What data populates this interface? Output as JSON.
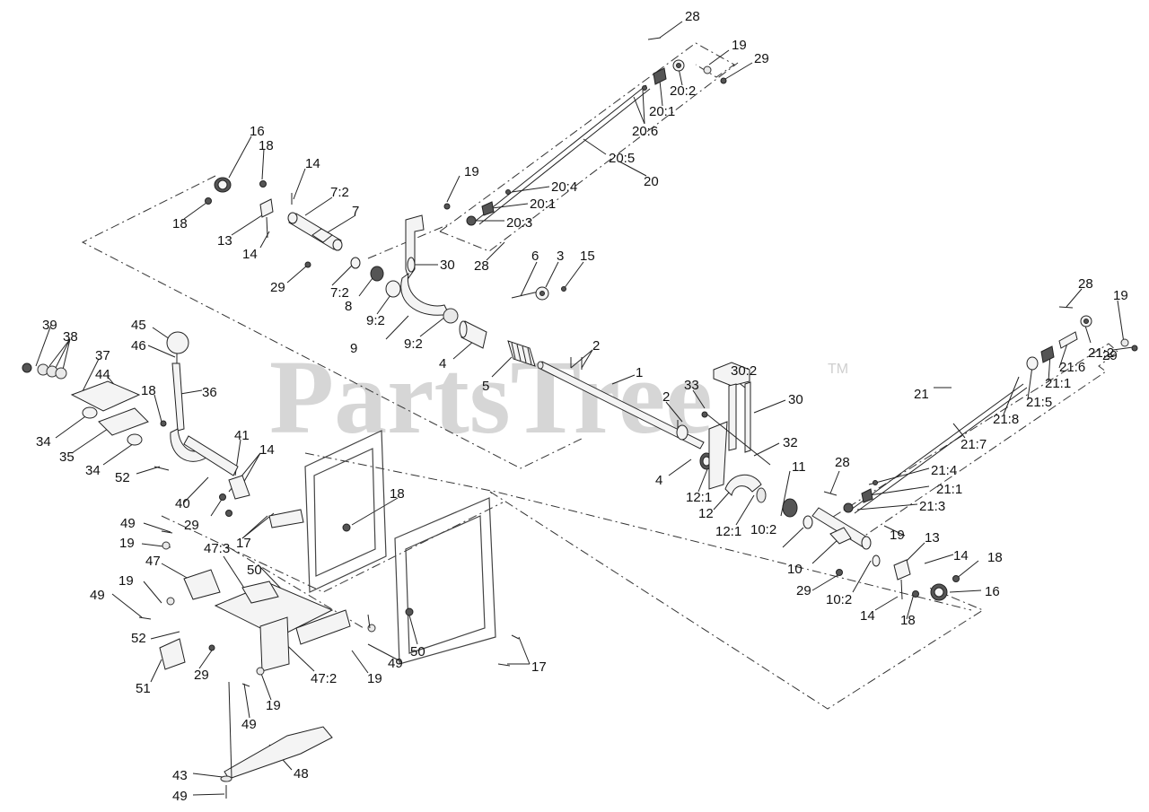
{
  "watermark": {
    "text": "PartsTree",
    "mark": "TM"
  },
  "callouts": [
    {
      "id": "c1",
      "text": "28"
    },
    {
      "id": "c2",
      "text": "19"
    },
    {
      "id": "c3",
      "text": "29"
    },
    {
      "id": "c4",
      "text": "20:2"
    },
    {
      "id": "c5",
      "text": "20:1"
    },
    {
      "id": "c6",
      "text": "20:6"
    },
    {
      "id": "c7",
      "text": "20:5"
    },
    {
      "id": "c8",
      "text": "20"
    },
    {
      "id": "c9",
      "text": "20:4"
    },
    {
      "id": "c10",
      "text": "20:1"
    },
    {
      "id": "c11",
      "text": "20:3"
    },
    {
      "id": "c12",
      "text": "19"
    },
    {
      "id": "c13",
      "text": "28"
    },
    {
      "id": "c14",
      "text": "16"
    },
    {
      "id": "c15",
      "text": "18"
    },
    {
      "id": "c16",
      "text": "14"
    },
    {
      "id": "c17",
      "text": "7:2"
    },
    {
      "id": "c18",
      "text": "7"
    },
    {
      "id": "c19",
      "text": "18"
    },
    {
      "id": "c20",
      "text": "13"
    },
    {
      "id": "c21",
      "text": "14"
    },
    {
      "id": "c22",
      "text": "29"
    },
    {
      "id": "c23",
      "text": "7:2"
    },
    {
      "id": "c24",
      "text": "8"
    },
    {
      "id": "c25",
      "text": "9:2"
    },
    {
      "id": "c26",
      "text": "9"
    },
    {
      "id": "c27",
      "text": "9:2"
    },
    {
      "id": "c28",
      "text": "30"
    },
    {
      "id": "c29",
      "text": "6"
    },
    {
      "id": "c30",
      "text": "3"
    },
    {
      "id": "c31",
      "text": "15"
    },
    {
      "id": "c32",
      "text": "4"
    },
    {
      "id": "c33",
      "text": "5"
    },
    {
      "id": "c34",
      "text": "2"
    },
    {
      "id": "c35",
      "text": "1"
    },
    {
      "id": "c36",
      "text": "2"
    },
    {
      "id": "c37",
      "text": "33"
    },
    {
      "id": "c38",
      "text": "30:2"
    },
    {
      "id": "c39",
      "text": "30"
    },
    {
      "id": "c40",
      "text": "32"
    },
    {
      "id": "c41",
      "text": "4"
    },
    {
      "id": "c42",
      "text": "12:1"
    },
    {
      "id": "c43",
      "text": "12"
    },
    {
      "id": "c44",
      "text": "12:1"
    },
    {
      "id": "c45",
      "text": "11"
    },
    {
      "id": "c46",
      "text": "10:2"
    },
    {
      "id": "c47",
      "text": "10"
    },
    {
      "id": "c48",
      "text": "29"
    },
    {
      "id": "c49",
      "text": "10:2"
    },
    {
      "id": "c50",
      "text": "14"
    },
    {
      "id": "c51",
      "text": "18"
    },
    {
      "id": "c52",
      "text": "13"
    },
    {
      "id": "c53",
      "text": "14"
    },
    {
      "id": "c54",
      "text": "18"
    },
    {
      "id": "c55",
      "text": "16"
    },
    {
      "id": "c56",
      "text": "19"
    },
    {
      "id": "c57",
      "text": "28"
    },
    {
      "id": "c58",
      "text": "21:4"
    },
    {
      "id": "c59",
      "text": "21:1"
    },
    {
      "id": "c60",
      "text": "21:3"
    },
    {
      "id": "c61",
      "text": "21"
    },
    {
      "id": "c62",
      "text": "21:7"
    },
    {
      "id": "c63",
      "text": "21:8"
    },
    {
      "id": "c64",
      "text": "21:5"
    },
    {
      "id": "c65",
      "text": "21:1"
    },
    {
      "id": "c66",
      "text": "21:6"
    },
    {
      "id": "c67",
      "text": "21:2"
    },
    {
      "id": "c68",
      "text": "28"
    },
    {
      "id": "c69",
      "text": "19"
    },
    {
      "id": "c70",
      "text": "29"
    },
    {
      "id": "c71",
      "text": "39"
    },
    {
      "id": "c72",
      "text": "38"
    },
    {
      "id": "c73",
      "text": "37"
    },
    {
      "id": "c74",
      "text": "45"
    },
    {
      "id": "c75",
      "text": "46"
    },
    {
      "id": "c76",
      "text": "44"
    },
    {
      "id": "c77",
      "text": "36"
    },
    {
      "id": "c78",
      "text": "18"
    },
    {
      "id": "c79",
      "text": "34"
    },
    {
      "id": "c80",
      "text": "35"
    },
    {
      "id": "c81",
      "text": "34"
    },
    {
      "id": "c82",
      "text": "52"
    },
    {
      "id": "c83",
      "text": "41"
    },
    {
      "id": "c84",
      "text": "14"
    },
    {
      "id": "c85",
      "text": "40"
    },
    {
      "id": "c86",
      "text": "29"
    },
    {
      "id": "c87",
      "text": "18"
    },
    {
      "id": "c88",
      "text": "17"
    },
    {
      "id": "c89",
      "text": "49"
    },
    {
      "id": "c90",
      "text": "19"
    },
    {
      "id": "c91",
      "text": "47:3"
    },
    {
      "id": "c92",
      "text": "47"
    },
    {
      "id": "c93",
      "text": "50"
    },
    {
      "id": "c94",
      "text": "19"
    },
    {
      "id": "c95",
      "text": "49"
    },
    {
      "id": "c96",
      "text": "52"
    },
    {
      "id": "c97",
      "text": "29"
    },
    {
      "id": "c98",
      "text": "51"
    },
    {
      "id": "c99",
      "text": "50"
    },
    {
      "id": "c100",
      "text": "49"
    },
    {
      "id": "c101",
      "text": "47:2"
    },
    {
      "id": "c102",
      "text": "19"
    },
    {
      "id": "c103",
      "text": "17"
    },
    {
      "id": "c104",
      "text": "49"
    },
    {
      "id": "c105",
      "text": "19"
    },
    {
      "id": "c106",
      "text": "48"
    },
    {
      "id": "c107",
      "text": "43"
    },
    {
      "id": "c108",
      "text": "49"
    }
  ]
}
